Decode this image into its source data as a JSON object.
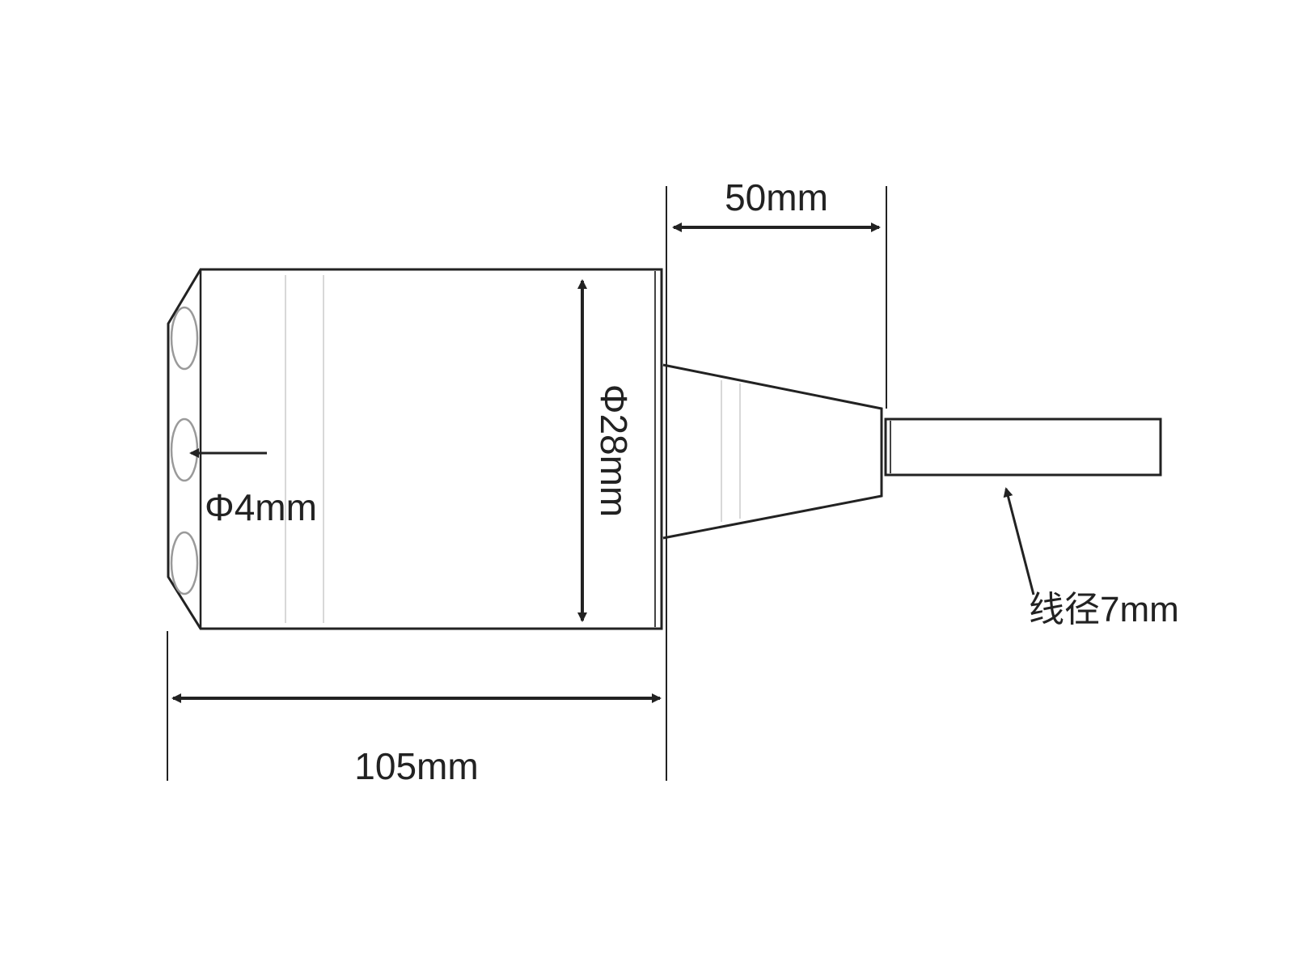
{
  "labels": {
    "length_body": "105mm",
    "length_taper": "50mm",
    "diameter_body": "Φ28mm",
    "diameter_hole": "Φ4mm",
    "cable_diameter": "线径7mm"
  },
  "colors": {
    "line": "#222222",
    "faint": "#d8d8d8",
    "hole": "#9a9a9a",
    "background": "#ffffff"
  }
}
